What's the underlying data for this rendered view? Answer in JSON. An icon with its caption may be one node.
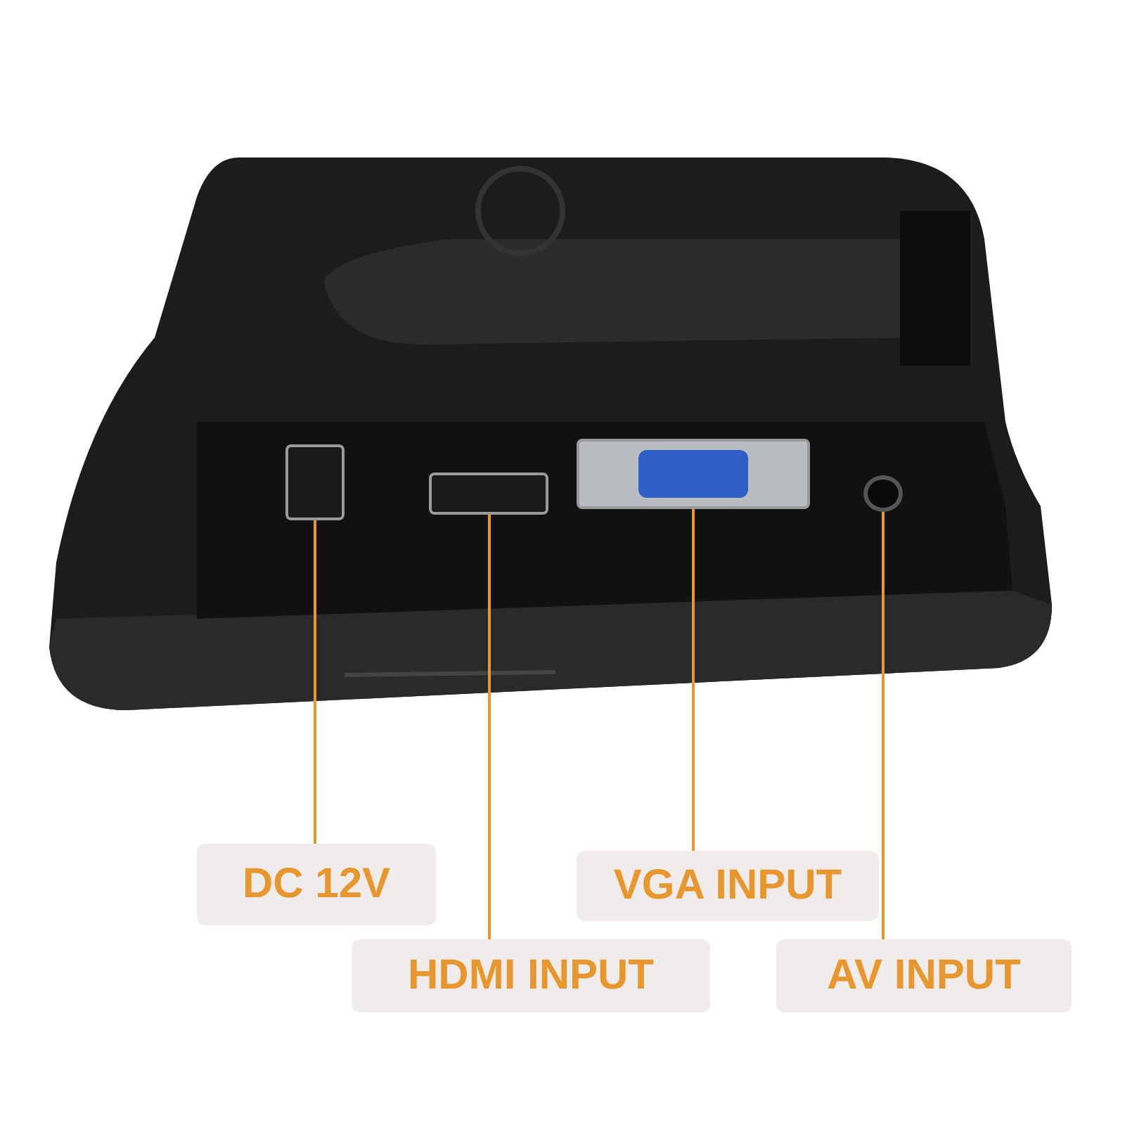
{
  "diagram": {
    "nodes": [
      {
        "text": [
          "DC 12V"
        ]
      },
      {
        "text": [
          "HDMI INPUT"
        ]
      },
      {
        "text": [
          "VGA INPUT"
        ]
      },
      {
        "text": [
          "AV INPUT"
        ]
      },
      {
        "text": [],
        "shape": "box"
      },
      {
        "text": [],
        "shape": "box"
      },
      {
        "text": [],
        "shape": "box"
      },
      {
        "text": [],
        "shape": "circle"
      }
    ],
    "edges": [
      {
        "from": 0,
        "to": 4,
        "arrow": "none"
      },
      {
        "from": 1,
        "to": 5,
        "arrow": "none"
      },
      {
        "from": 2,
        "to": 6,
        "arrow": "none"
      },
      {
        "from": 3,
        "to": 7,
        "arrow": "none"
      }
    ]
  }
}
